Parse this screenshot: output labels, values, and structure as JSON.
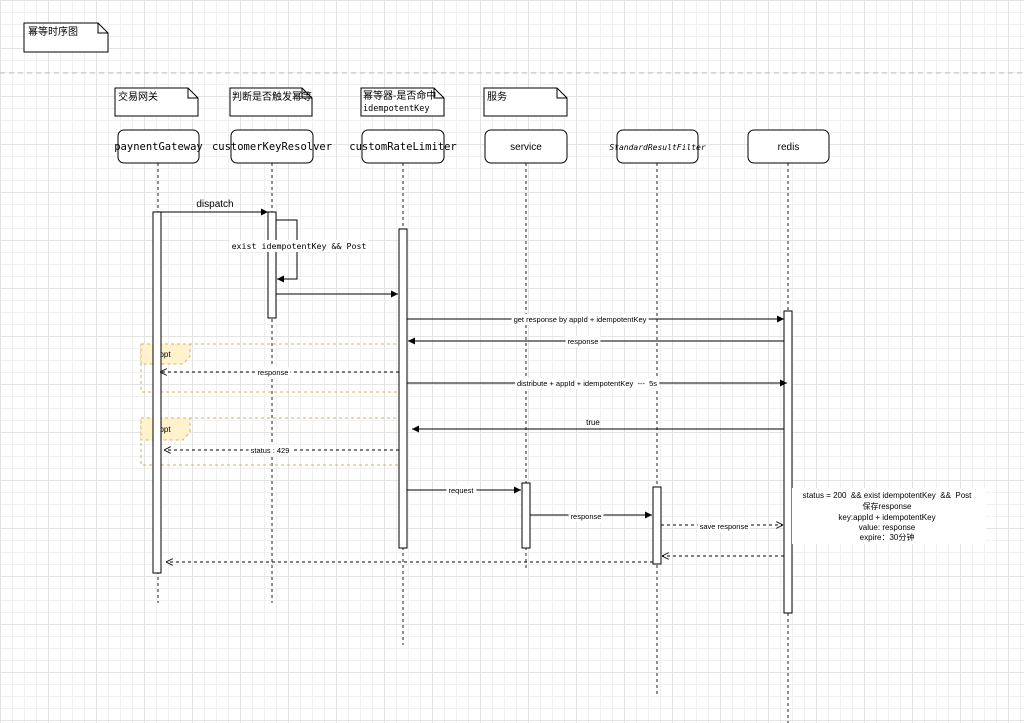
{
  "diagram_title": "幂等时序图",
  "notes": {
    "gateway": "交易网关",
    "resolver": "判断是否触发幂等",
    "limiter": [
      "幂等器-是否命中",
      "idempotentKey"
    ],
    "service": "服务"
  },
  "participants": {
    "gateway": "paynentGateway",
    "resolver": "customerKeyResolver",
    "limiter": "customRateLimiter",
    "service": "service",
    "filter": "StandardResultFilter",
    "redis": "redis"
  },
  "messages": {
    "dispatch": "dispatch",
    "check_idempotent": "exist idempotentKey && Post",
    "get_response": "get response by appId + idempotentKey",
    "redis_response": "response",
    "return_response": "response",
    "distribute": "distribute + appId + idempotentKey  ---  5s",
    "set_result": "true",
    "reject": "status : 429",
    "request": "request",
    "service_response": "response",
    "save_response": "save response"
  },
  "fragments": [
    "opt",
    "opt"
  ],
  "redis_note": [
    "status = 200  && exist idempotentKey  &&  Post",
    "保存response",
    "key:appId + idempotentKey",
    "value: response",
    "expire：30分钟"
  ],
  "colors": {
    "fragment_border": "#d6b656",
    "fragment_label_fill": "#fff2cc"
  }
}
